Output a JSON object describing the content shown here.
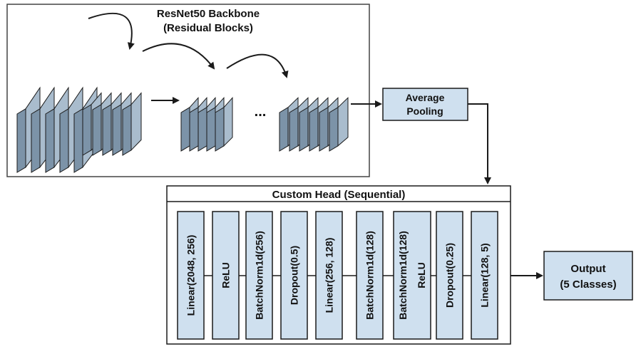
{
  "backbone": {
    "title_line1": "ResNet50 Backbone",
    "title_line2": "(Residual Blocks)",
    "ellipsis": "..."
  },
  "pooling": {
    "line1": "Average",
    "line2": "Pooling"
  },
  "head": {
    "title": "Custom Head (Sequential)",
    "layers": [
      "Linear(2048, 256)",
      "ReLU",
      "BatchNorm1d(256)",
      "Dropout(0.5)",
      "Linear(256, 128)",
      "BatchNorm1d(128)",
      "BatchNorm1d(128)",
      "ReLU",
      "Dropout(0.25)",
      "Linear(128, 5)"
    ]
  },
  "output": {
    "line1": "Output",
    "line2": "(5 Classes)"
  },
  "colors": {
    "block_face": "#a9bccd",
    "block_side": "#7c93a8",
    "box_fill": "#cfe0ef",
    "stroke": "#1a1a1a"
  }
}
